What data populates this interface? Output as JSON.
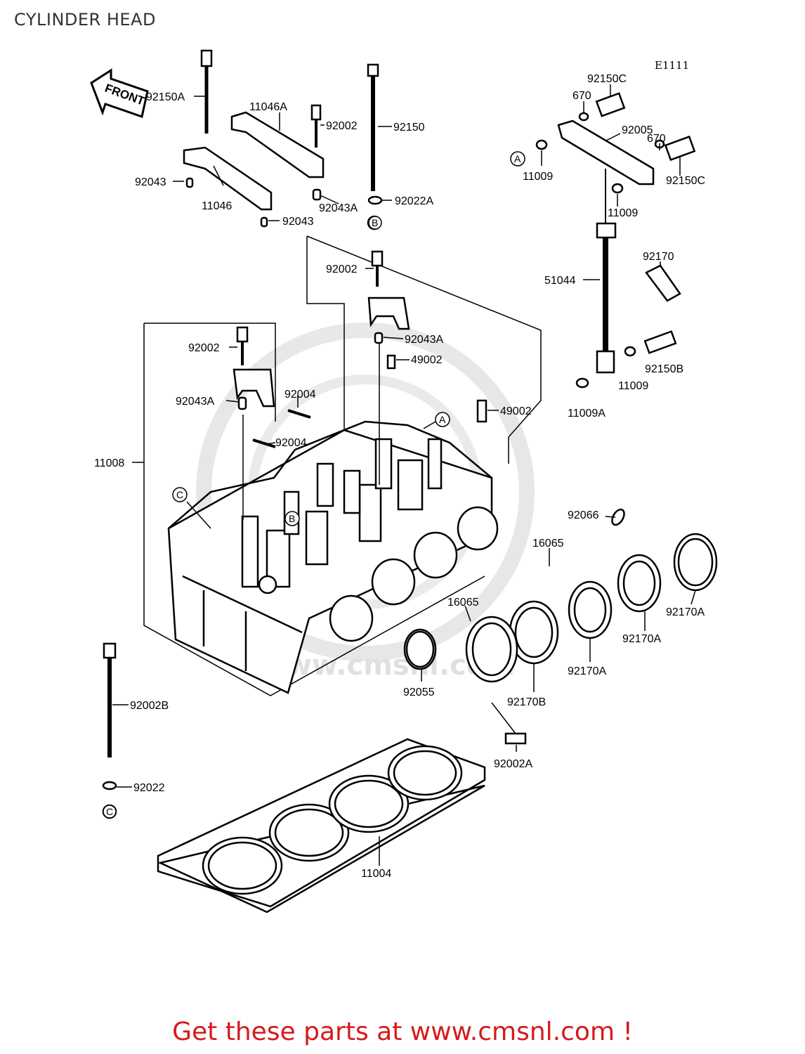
{
  "title": "CYLINDER HEAD",
  "diagram_code": "E1111",
  "footer": "Get these parts at www.cmsnl.com !",
  "watermark": "www.cmsnl.com",
  "front_arrow": "FRONT",
  "callouts": {
    "a": "A",
    "b": "B",
    "c": "C"
  },
  "parts": {
    "p92150A": "92150A",
    "p11046A": "11046A",
    "p92002_top": "92002",
    "p92150": "92150",
    "p92043_l": "92043",
    "p11046": "11046",
    "p92043A_top": "92043A",
    "p92022A": "92022A",
    "p92043_b": "92043",
    "p92150C_top": "92150C",
    "p670_top": "670",
    "p92005": "92005",
    "p670_r": "670",
    "p11009_l": "11009",
    "p92150C_r": "92150C",
    "p11009_m": "11009",
    "p92170": "92170",
    "p51044": "51044",
    "p92150B": "92150B",
    "p11009_b": "11009",
    "p11009A": "11009A",
    "p92002_c": "92002",
    "p92043A_c": "92043A",
    "p49002_c": "49002",
    "p92002_l": "92002",
    "p92043A_l": "92043A",
    "p92004_a": "92004",
    "p92004_b": "92004",
    "p49002_r": "49002",
    "p11008": "11008",
    "p92066": "92066",
    "p16065_a": "16065",
    "p16065_b": "16065",
    "p92170A_a": "92170A",
    "p92170A_b": "92170A",
    "p92170A_c": "92170A",
    "p92170B": "92170B",
    "p92055": "92055",
    "p92002B": "92002B",
    "p92002A": "92002A",
    "p92022": "92022",
    "p11004": "11004"
  }
}
